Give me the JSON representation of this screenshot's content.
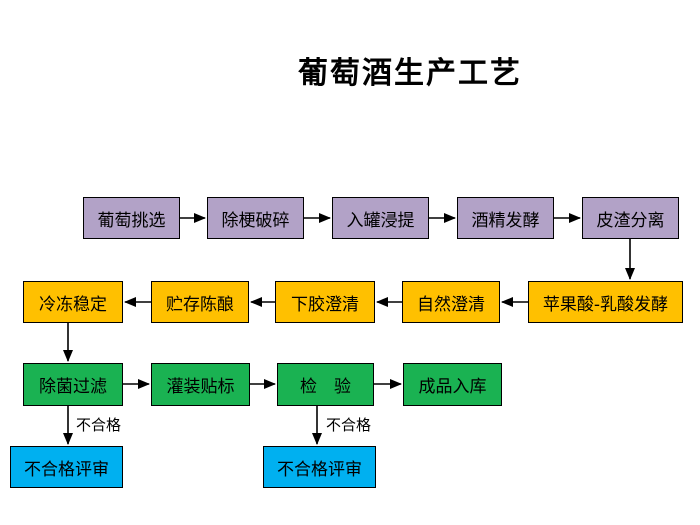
{
  "title": "葡萄酒生产工艺",
  "nodes": {
    "grape_selection": "葡萄挑选",
    "destemming_crushing": "除梗破碎",
    "tank_maceration": "入罐浸提",
    "alcoholic_fermentation": "酒精发酵",
    "pomace_separation": "皮渣分离",
    "malolactic_fermentation": "苹果酸-乳酸发酵",
    "natural_clarification": "自然澄清",
    "fining_clarification": "下胶澄清",
    "storage_aging": "贮存陈酿",
    "cold_stabilization": "冷冻稳定",
    "sterile_filtration": "除菌过滤",
    "filling_labeling": "灌装贴标",
    "inspection": "检　验",
    "product_warehousing": "成品入库",
    "nonconforming_review_left": "不合格评审",
    "nonconforming_review_right": "不合格评审"
  },
  "edge_labels": {
    "fail_left": "不合格",
    "fail_right": "不合格"
  },
  "colors": {
    "stage1_fill": "#B2A2C7",
    "stage2_fill": "#FFC000",
    "stage3_fill": "#1AB252",
    "review_fill": "#00B0F0",
    "box_border": "#000000",
    "arrow": "#000000",
    "title_text": "#000000",
    "background": "#FFFFFF"
  }
}
